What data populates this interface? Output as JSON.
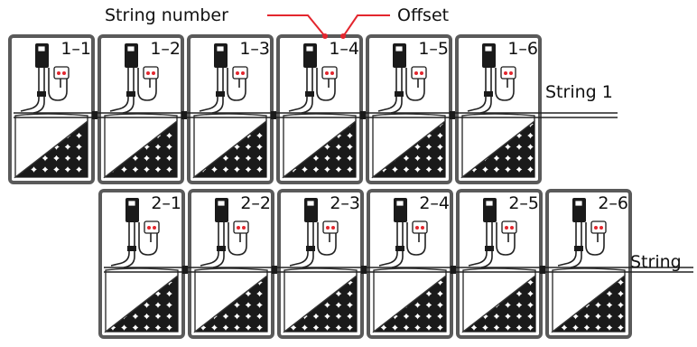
{
  "callouts": {
    "string_number": "String number",
    "offset": "Offset",
    "accent_color": "#e3262e"
  },
  "strings": [
    {
      "label": "String 1",
      "panels": [
        "1–1",
        "1–2",
        "1–3",
        "1–4",
        "1–5",
        "1–6"
      ]
    },
    {
      "label": "String",
      "panels": [
        "2–1",
        "2–2",
        "2–3",
        "2–4",
        "2–5",
        "2–6"
      ]
    }
  ],
  "icons": {
    "panel": "solar-panel-icon",
    "optimizer": "optimizer-icon",
    "connector": "connector-icon"
  },
  "colors": {
    "frame": "#5a5a5a",
    "cells": "#1a1a1a",
    "cable": "#222222"
  }
}
